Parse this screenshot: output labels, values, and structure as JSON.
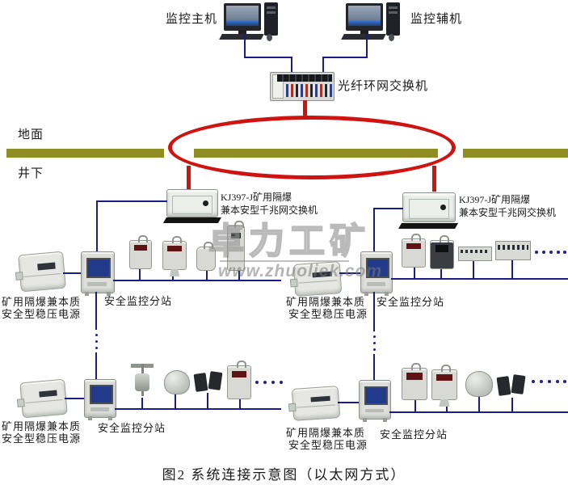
{
  "caption": "图2 系统连接示意图（以太网方式）",
  "top": {
    "host_label": "监控主机",
    "aux_label": "监控辅机",
    "fiber_switch_label": "光纤环网交换机"
  },
  "levels": {
    "surface": "地面",
    "underground": "井下"
  },
  "switches": {
    "left": {
      "line1": "KJ397-J矿用隔爆",
      "line2": "兼本安型千兆网交换机"
    },
    "right": {
      "line1": "KJ397-J矿用隔爆",
      "line2": "兼本安型千兆网交换机"
    }
  },
  "groups": {
    "mid_left": {
      "psu1": "矿用隔爆兼本质",
      "psu2": "安全型稳压电源",
      "substation": "安全监控分站"
    },
    "mid_right": {
      "psu1": "矿用隔爆兼本质",
      "psu2": "安全型稳压电源",
      "substation": "安全监控分站"
    },
    "bottom_left": {
      "psu1": "矿用隔爆兼本质",
      "psu2": "安全型稳压电源",
      "substation": "安全监控分站"
    },
    "bottom_right": {
      "psu1": "矿用隔爆兼本质",
      "psu2": "安全型稳压电源",
      "substation": "安全监控分站"
    }
  },
  "watermark": {
    "brand": "卓力工矿",
    "url": "www.zhuoliek.com"
  },
  "colors": {
    "wire": "#1c1c85",
    "ring_red": "#cf1310",
    "ground_bar": "#8d8d21"
  }
}
